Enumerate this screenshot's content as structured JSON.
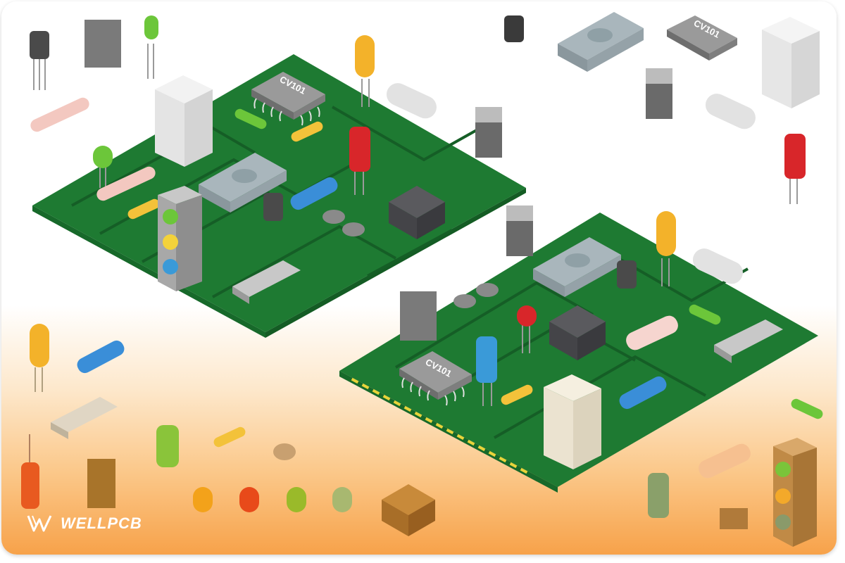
{
  "image": {
    "description": "Isometric illustration of two green printed circuit boards with electronic components",
    "chip_labels": [
      "CV101",
      "CV101",
      "CV101"
    ],
    "logo": {
      "text": "WELLPCB"
    }
  },
  "colors": {
    "pcb_green": "#1e7a32",
    "pcb_trace": "#155e26",
    "gold_pins": "#e8d43a",
    "bg_orange": "#f7a24a",
    "chip_gray": "#8e8e8e",
    "led_green": "#6cc63a",
    "led_yellow": "#f3b22a",
    "capacitor_red": "#d8262a",
    "capacitor_blue": "#3a9ad8",
    "inductor_blue": "#3a8ed8"
  }
}
